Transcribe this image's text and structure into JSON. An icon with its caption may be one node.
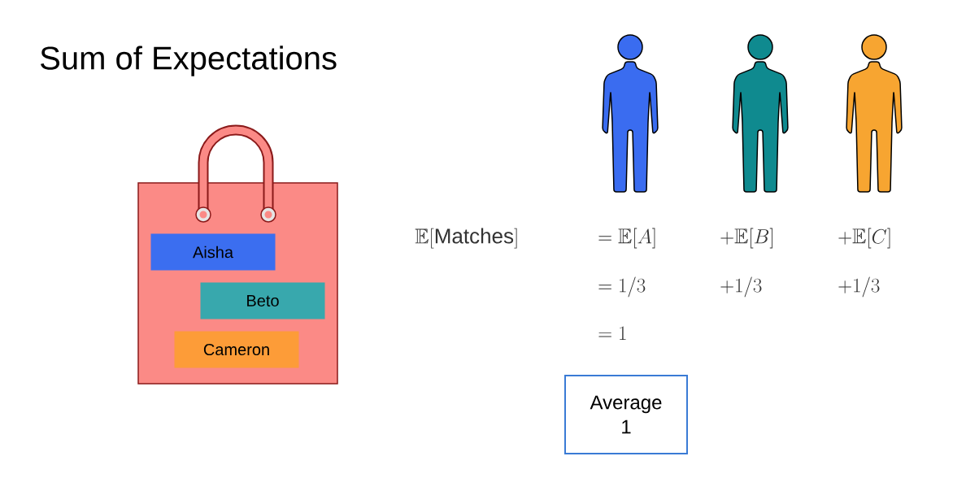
{
  "diagram": {
    "title": "Sum of Expectations",
    "nodes": [
      {
        "text": [],
        "shape": "bag"
      },
      {
        "text": [
          "Aisha"
        ],
        "in": 0
      },
      {
        "text": [
          "Beto"
        ],
        "in": 0
      },
      {
        "text": [
          "Cameron"
        ],
        "in": 0
      },
      {
        "text": [
          "Average 1"
        ]
      }
    ],
    "labels": [
      "\\mathbb{E}[\\text{Matches}]",
      "= \\mathbb{E}[A]",
      "+\\mathbb{E}[B]",
      "+\\mathbb{E}[C]",
      "= 1/3",
      "+1/3",
      "+1/3",
      "= 1"
    ]
  }
}
